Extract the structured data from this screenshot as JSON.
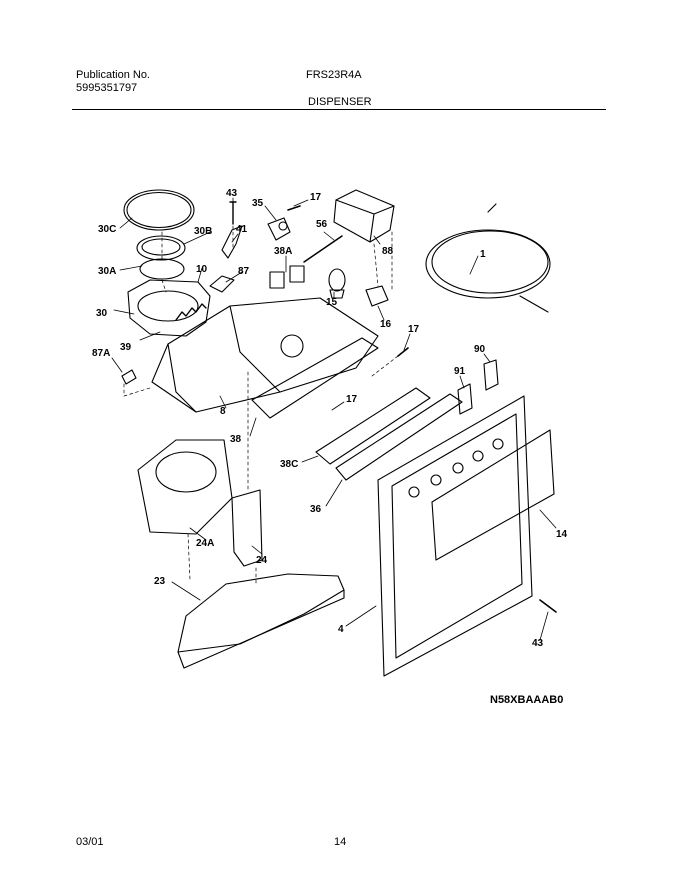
{
  "header": {
    "publication_label": "Publication No.",
    "publication_number": "5995351797",
    "model": "FRS23R4A",
    "section": "DISPENSER"
  },
  "diagram": {
    "callouts": [
      "30C",
      "30B",
      "43",
      "35",
      "17",
      "56",
      "88",
      "1",
      "41",
      "30A",
      "10",
      "87",
      "38A",
      "15",
      "16",
      "17",
      "30",
      "39",
      "87A",
      "8",
      "90",
      "91",
      "17",
      "38",
      "38C",
      "36",
      "14",
      "24A",
      "24",
      "23",
      "4",
      "43"
    ],
    "drawing_code": "N58XBAAAB0"
  },
  "footer": {
    "date": "03/01",
    "page": "14"
  }
}
